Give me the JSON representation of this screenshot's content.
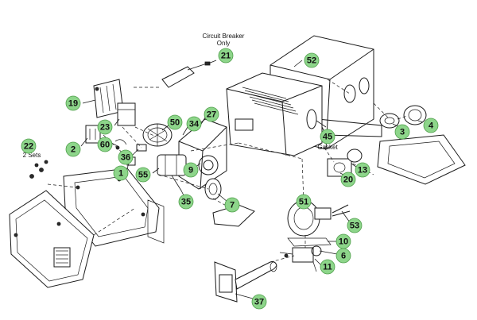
{
  "notes": {
    "breaker_line1": "Circuit Breaker",
    "breaker_line2": "Only",
    "sets": "2 Sets",
    "gasket": "Gasket"
  },
  "callouts": [
    {
      "id": "c21",
      "label": "21"
    },
    {
      "id": "c52",
      "label": "52"
    },
    {
      "id": "c19",
      "label": "19"
    },
    {
      "id": "c23",
      "label": "23"
    },
    {
      "id": "c50",
      "label": "50"
    },
    {
      "id": "c34",
      "label": "34"
    },
    {
      "id": "c27",
      "label": "27"
    },
    {
      "id": "c45",
      "label": "45"
    },
    {
      "id": "c3",
      "label": "3"
    },
    {
      "id": "c4",
      "label": "4"
    },
    {
      "id": "c22",
      "label": "22"
    },
    {
      "id": "c2",
      "label": "2"
    },
    {
      "id": "c60",
      "label": "60"
    },
    {
      "id": "c36",
      "label": "36"
    },
    {
      "id": "c1",
      "label": "1"
    },
    {
      "id": "c55",
      "label": "55"
    },
    {
      "id": "c9",
      "label": "9"
    },
    {
      "id": "c13",
      "label": "13"
    },
    {
      "id": "c20",
      "label": "20"
    },
    {
      "id": "c35",
      "label": "35"
    },
    {
      "id": "c7",
      "label": "7"
    },
    {
      "id": "c51",
      "label": "51"
    },
    {
      "id": "c53",
      "label": "53"
    },
    {
      "id": "c10",
      "label": "10"
    },
    {
      "id": "c6",
      "label": "6"
    },
    {
      "id": "c11",
      "label": "11"
    },
    {
      "id": "c37",
      "label": "37"
    }
  ],
  "colors": {
    "callout_fill": "#8dd58a",
    "callout_stroke": "#4e9e4a",
    "line": "#1a1a1a"
  }
}
